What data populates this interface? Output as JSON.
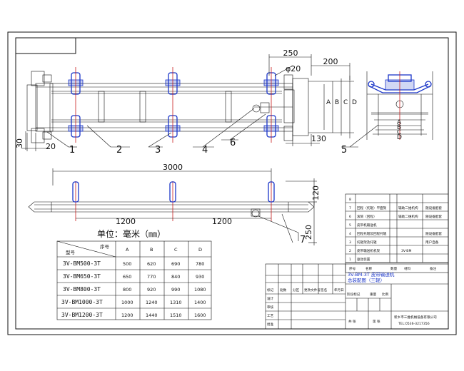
{
  "dimensions": {
    "d_250_top": "250",
    "d_200": "200",
    "d_phi20": "φ20",
    "d_a": "A",
    "d_b": "B",
    "d_c": "C",
    "d_d": "D",
    "d_130": "130",
    "d_20": "20",
    "d_30": "30",
    "d_3000": "3000",
    "d_1200_left": "1200",
    "d_1200_right": "1200",
    "d_120": "120",
    "d_250_side": "250"
  },
  "callouts": [
    "1",
    "2",
    "3",
    "4",
    "5",
    "6",
    "7"
  ],
  "unit_label": "单位：毫米（㎜）",
  "spec_table": {
    "header_model": "型号",
    "header_seq": "序号",
    "columns": [
      "A",
      "B",
      "C",
      "D"
    ],
    "rows": [
      {
        "model": "3V-BM500-3T",
        "values": [
          "500",
          "620",
          "690",
          "780"
        ]
      },
      {
        "model": "3V-BM650-3T",
        "values": [
          "650",
          "770",
          "840",
          "930"
        ]
      },
      {
        "model": "3V-BM800-3T",
        "values": [
          "800",
          "920",
          "990",
          "1080"
        ]
      },
      {
        "model": "3V-BM1000-3T",
        "values": [
          "1000",
          "1240",
          "1310",
          "1400"
        ]
      },
      {
        "model": "3V-BM1200-3T",
        "values": [
          "1200",
          "1440",
          "1510",
          "1600"
        ]
      }
    ]
  },
  "parts_list": [
    {
      "no": "8",
      "name": "",
      "qty": "",
      "material": "",
      "note": ""
    },
    {
      "no": "7",
      "name": "回程（托辊）平面架",
      "qty": "",
      "material": "辅助二维机构",
      "note": "随设备配套"
    },
    {
      "no": "6",
      "name": "滚筒（回程）",
      "qty": "",
      "material": "辅助二维机构",
      "note": "随设备配套"
    },
    {
      "no": "5",
      "name": "皮带机输送机",
      "qty": "",
      "material": "",
      "note": ""
    },
    {
      "no": "4",
      "name": "回程托辊及回程托辊",
      "qty": "",
      "material": "",
      "note": "随设备配套"
    },
    {
      "no": "3",
      "name": "托辊架及托辊",
      "qty": "",
      "material": "",
      "note": "用户自备"
    },
    {
      "no": "2",
      "name": "皮带输送机机架",
      "qty": "",
      "material": "3V-BM",
      "note": ""
    },
    {
      "no": "1",
      "name": "驱动装置",
      "qty": "",
      "material": "",
      "note": ""
    }
  ],
  "parts_header": {
    "no": "序号",
    "name": "名称",
    "qty": "数量",
    "material": "材料",
    "note": "备注"
  },
  "title_block": {
    "title_line1": "3V-BM-3T 皮带输送机",
    "title_line2": "总装配图（三辊）",
    "marks": [
      "标记",
      "处数",
      "分区",
      "更改文件号",
      "签名",
      "年月日"
    ],
    "roles": [
      "设计",
      "审核",
      "工艺",
      "批准"
    ],
    "stage_mark": "阶段标记",
    "weight": "重量",
    "scale": "比例",
    "sheet_total": "共  张",
    "sheet_no": "第  张",
    "company": "新乡市三维机械设备有限公司",
    "tel": "TEL:0536-3217356"
  },
  "colors": {
    "line": "#111111",
    "accent": "#1b36c8",
    "marker": "#c81b1b"
  }
}
